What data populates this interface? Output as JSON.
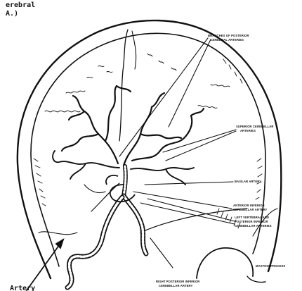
{
  "header": {
    "line1": "erebral",
    "line2": "A.)"
  },
  "footer": {
    "line1": "Artery"
  },
  "labels": {
    "branches_posterior": [
      "BRANCHES OF POSTERIOR",
      "CEREBRAL ARTERIES"
    ],
    "superior_cerebellar": [
      "SUPERIOR CEREBELLAR",
      "ARTERIES"
    ],
    "basilar": [
      "BASILAR ARTERY"
    ],
    "anterior_inferior": [
      "ANTERIOR INFERIOR",
      "CEREBELLAR ARTERY"
    ],
    "left_vertebral": [
      "LEFT VERTEBRAL AND",
      "POSTERIOR INFERIOR",
      "CEREBELLAR ARTERIES"
    ],
    "mastoid": [
      "MASTOID PROCESS"
    ],
    "right_posterior_inferior": [
      "RIGHT POSTERIOR INFERIOR",
      "CEREBELLAR ARTERY"
    ]
  },
  "colors": {
    "ink": "#111111",
    "paper": "#ffffff"
  }
}
